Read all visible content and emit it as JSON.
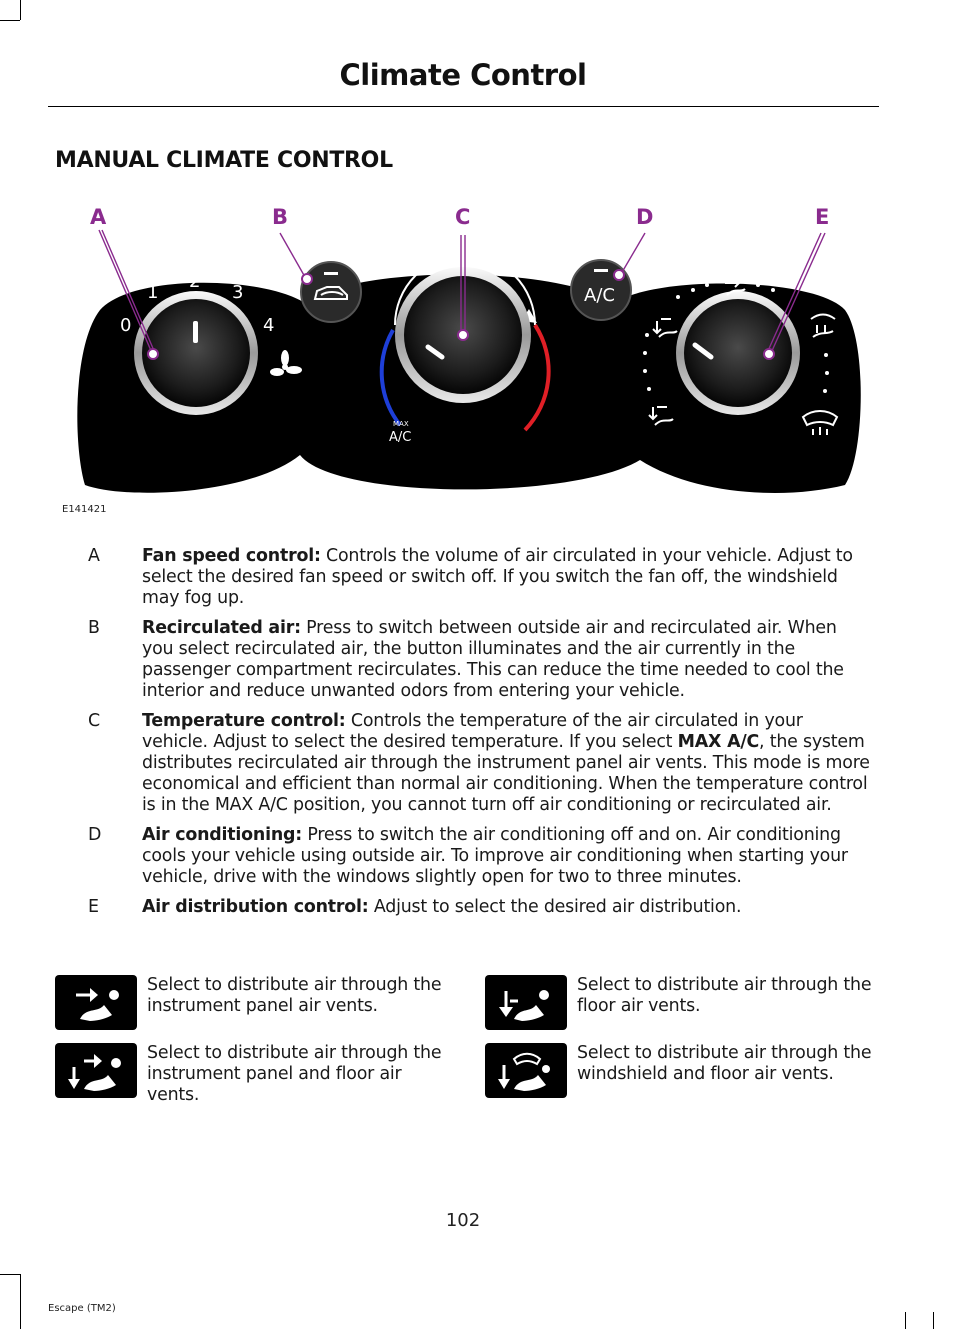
{
  "page": {
    "title": "Climate Control",
    "section_heading": "MANUAL CLIMATE CONTROL",
    "page_number": "102",
    "footer": "Escape (TM2)"
  },
  "figure": {
    "id": "E141421",
    "callout_letters": [
      "A",
      "B",
      "C",
      "D",
      "E"
    ],
    "fan_speed_labels": [
      "0",
      "1",
      "2",
      "3",
      "4"
    ],
    "ac_button_label": "A/C",
    "max_label": "MAX",
    "max_ac_label": "A/C",
    "accent_color": "#8a2b8e",
    "cold_color": "#1e3fd8",
    "hot_color": "#e01f26"
  },
  "callouts": [
    {
      "letter": "A",
      "term": "Fan speed control:",
      "text": " Controls the volume of air circulated in your vehicle. Adjust to select the desired fan speed or switch off. If you switch the fan off, the windshield may fog up."
    },
    {
      "letter": "B",
      "term": "Recirculated air:",
      "text": " Press to switch between outside air and recirculated air. When you select recirculated air, the button illuminates and the air currently in the passenger compartment recirculates. This can reduce the time needed to cool the interior and reduce unwanted odors from entering your vehicle."
    },
    {
      "letter": "C",
      "term": "Temperature control:",
      "text": " Controls the temperature of the air circulated in your vehicle. Adjust to select the desired temperature. If you select ",
      "strong": "MAX A/C",
      "text2": ", the system distributes recirculated air through the instrument panel air vents. This mode is more economical and efficient than normal air conditioning. When the temperature control is in the MAX A/C position, you cannot turn off air conditioning or recirculated air."
    },
    {
      "letter": "D",
      "term": "Air conditioning:",
      "text": " Press to switch the air conditioning off and on. Air conditioning cools your vehicle using outside air. To improve air conditioning when starting your vehicle, drive with the windows slightly open for two to three minutes."
    },
    {
      "letter": "E",
      "term": "Air distribution control:",
      "text": " Adjust to select the desired air distribution."
    }
  ],
  "modes": [
    {
      "icon": "panel-vent-icon",
      "text": "Select to distribute air through the instrument panel air vents."
    },
    {
      "icon": "floor-vent-icon",
      "text": "Select to distribute air through the floor air vents."
    },
    {
      "icon": "panel-floor-vent-icon",
      "text": "Select to distribute air through the instrument panel and floor air vents."
    },
    {
      "icon": "windshield-floor-vent-icon",
      "text": "Select to distribute air through the windshield and floor air vents."
    }
  ]
}
